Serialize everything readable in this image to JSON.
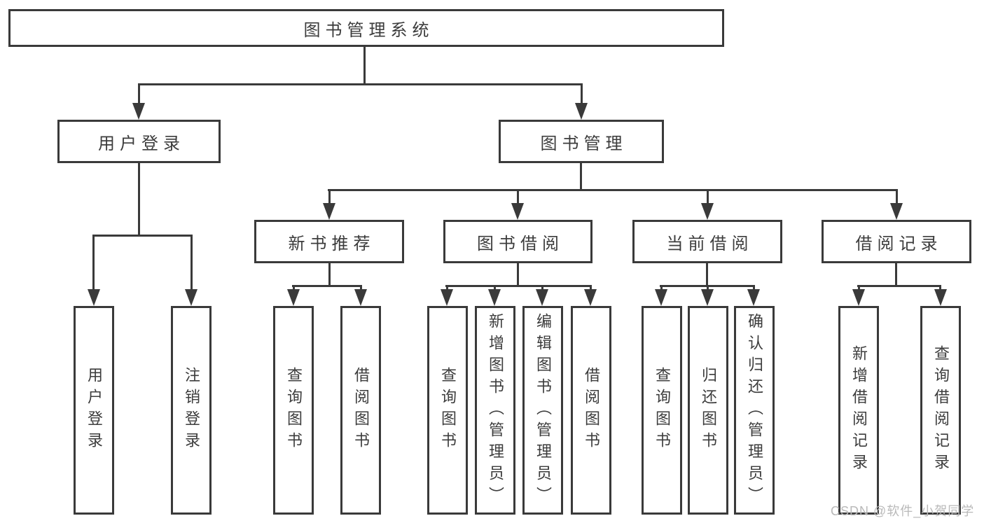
{
  "tree": {
    "root": {
      "label": "图书管理系统"
    },
    "level1": [
      {
        "label": "用户登录"
      },
      {
        "label": "图书管理"
      }
    ],
    "level2": [
      {
        "label": "新书推荐"
      },
      {
        "label": "图书借阅"
      },
      {
        "label": "当前借阅"
      },
      {
        "label": "借阅记录"
      }
    ],
    "leaves": {
      "login": [
        "用户登录",
        "注销登录"
      ],
      "recommend": [
        "查询图书",
        "借阅图书"
      ],
      "borrow": [
        "查询图书",
        "新增图书（管理员）",
        "编辑图书（管理员）",
        "借阅图书"
      ],
      "current": [
        "查询图书",
        "归还图书",
        "确认归还（管理员）"
      ],
      "records": [
        "新增借阅记录",
        "查询借阅记录"
      ]
    }
  },
  "colors": {
    "line": "#3a3a3a",
    "text": "#3c3c3c",
    "watermark": "#b9b9b9",
    "background": "#ffffff"
  },
  "watermark": {
    "text": "CSDN @软件_小贺同学"
  }
}
